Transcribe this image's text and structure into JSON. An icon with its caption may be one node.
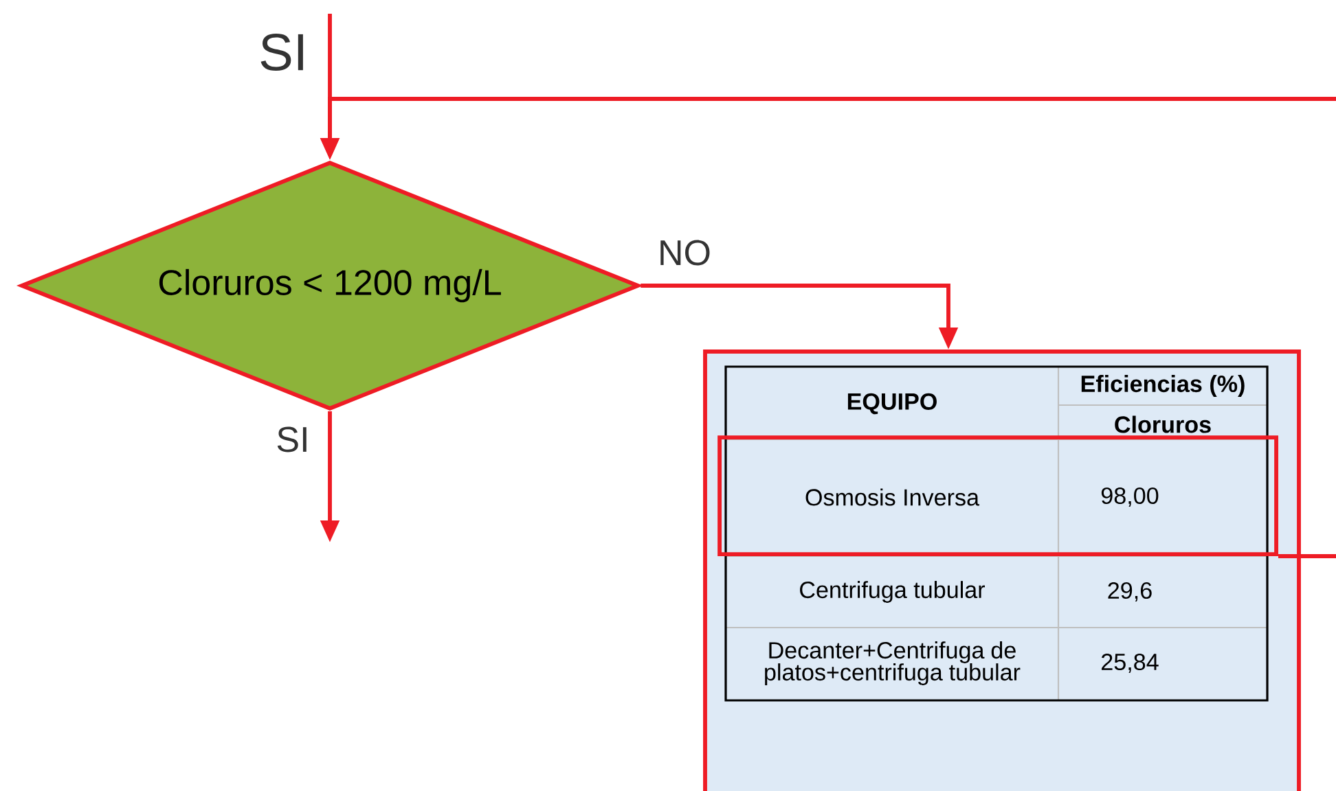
{
  "diagram": {
    "nodes": [
      {
        "text": [
          "Cloruros < 1200 mg/L"
        ]
      },
      {
        "text": [],
        "shape": "box"
      },
      {
        "text": [],
        "shape": "box",
        "in": 1
      }
    ],
    "edges": [
      {
        "from": null,
        "to": 0,
        "arrow": "to",
        "label": "SI"
      },
      {
        "from": null,
        "to": 0,
        "arrow": "to"
      },
      {
        "from": 0,
        "to": 1,
        "arrow": "to",
        "label": "NO"
      },
      {
        "from": 0,
        "to": null,
        "arrow": "to",
        "label": "SI"
      },
      {
        "from": 2,
        "to": null,
        "arrow": "none"
      }
    ],
    "labels": [
      "EQUIPO",
      "Eficiencias (%)",
      "Cloruros",
      "Osmosis Inversa",
      "98,00",
      "Centrifuga tubular",
      "29,6",
      "Decanter+Centrifuga de platos+centrifuga tubular",
      "25,84"
    ]
  }
}
